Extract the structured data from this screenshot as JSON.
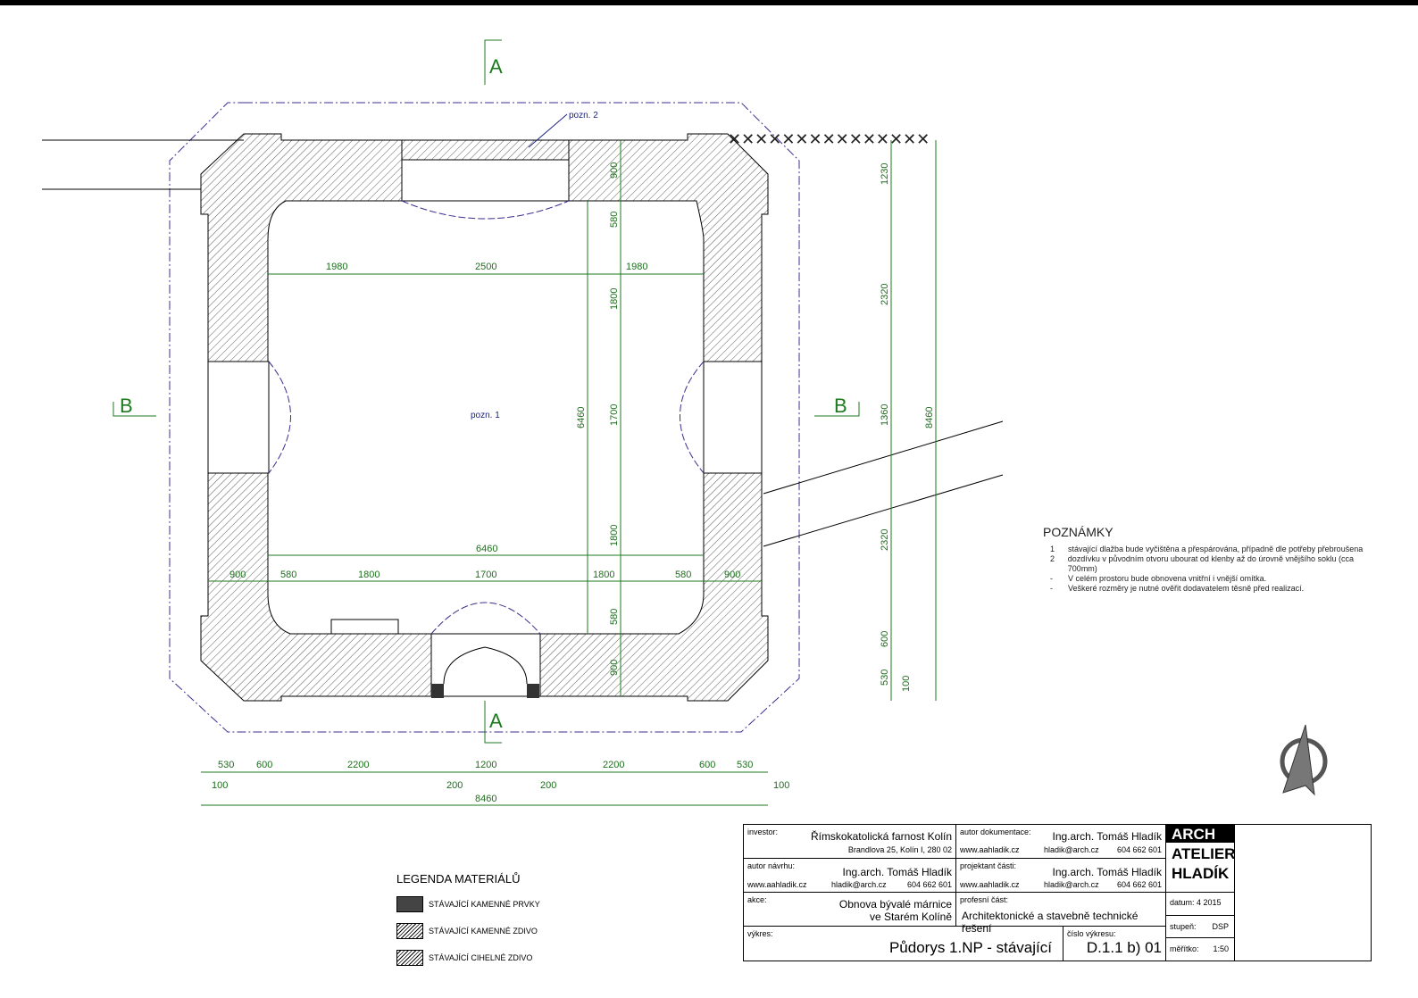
{
  "section_marks": {
    "a": "A",
    "b": "B"
  },
  "callouts": {
    "pozn1": "pozn. 1",
    "pozn2": "pozn. 2"
  },
  "dims": {
    "inner_top": [
      "1980",
      "2500",
      "1980"
    ],
    "inner_width": "6460",
    "inner_bottom": [
      "900",
      "580",
      "1800",
      "1700",
      "1800",
      "580",
      "900"
    ],
    "inner_height": "6460",
    "mid_vertical": [
      "900",
      "580",
      "1800",
      "1700",
      "1800",
      "580",
      "900"
    ],
    "right_vertical": [
      "1230",
      "2320",
      "1360",
      "2320",
      "600",
      "530",
      "100"
    ],
    "right_total": "8460",
    "bottom_row": [
      "530",
      "600",
      "2200",
      "1200",
      "2200",
      "600",
      "530"
    ],
    "bottom_small": [
      "100",
      "200",
      "200",
      "100"
    ],
    "bottom_total": "8460"
  },
  "notes": {
    "title": "POZNÁMKY",
    "items": [
      {
        "n": "1",
        "text": "stávající dlažba bude vyčištěna a přespárována, případně dle potřeby přebroušena"
      },
      {
        "n": "2",
        "text": "dozdívku v původním otvoru ubourat od klenby až do úrovně vnějšího soklu (cca 700mm)"
      },
      {
        "n": "-",
        "text": "V celém prostoru bude obnovena vnitřní i vnější omítka."
      },
      {
        "n": "-",
        "text": "Veškeré rozměry je nutné ověřit dodavatelem těsně před realizací."
      }
    ]
  },
  "legend": {
    "title": "LEGENDA MATERIÁLŮ",
    "items": [
      "STÁVAJÍCÍ KAMENNÉ PRVKY",
      "STÁVAJÍCÍ KAMENNÉ ZDIVO",
      "STÁVAJÍCÍ CIHELNÉ ZDIVO"
    ]
  },
  "title_block": {
    "investor_label": "investor:",
    "investor": "Římskokatolická farnost Kolín",
    "investor_addr": "Brandlova 25, Kolín I, 280 02",
    "autor_dok_label": "autor dokumentace:",
    "autor_dok": "Ing.arch. Tomáš Hladík",
    "web": "www.aahladik.cz",
    "email": "hladik@arch.cz",
    "phone": "604 662 601",
    "autor_navrhu_label": "autor návrhu:",
    "autor_navrhu": "Ing.arch. Tomáš Hladík",
    "projektant_label": "projektant části:",
    "projektant": "Ing.arch. Tomáš Hladík",
    "akce_label": "akce:",
    "akce1": "Obnova bývalé márnice",
    "akce2": "ve Starém Kolíně",
    "profesni_label": "profesní část:",
    "profesni": "Architektonické a stavebně technické řešení",
    "vykres_label": "výkres:",
    "vykres": "Půdorys 1.NP - stávající",
    "cislo_label": "číslo výkresu:",
    "cislo": "D.1.1 b) 01",
    "logo": [
      "ARCH",
      "ATELIER",
      "HLADÍK"
    ],
    "datum_label": "datum:",
    "datum": "4 2015",
    "stupen_label": "stupeň:",
    "stupen": "DSP",
    "meritko_label": "měřítko:",
    "meritko": "1:50"
  }
}
